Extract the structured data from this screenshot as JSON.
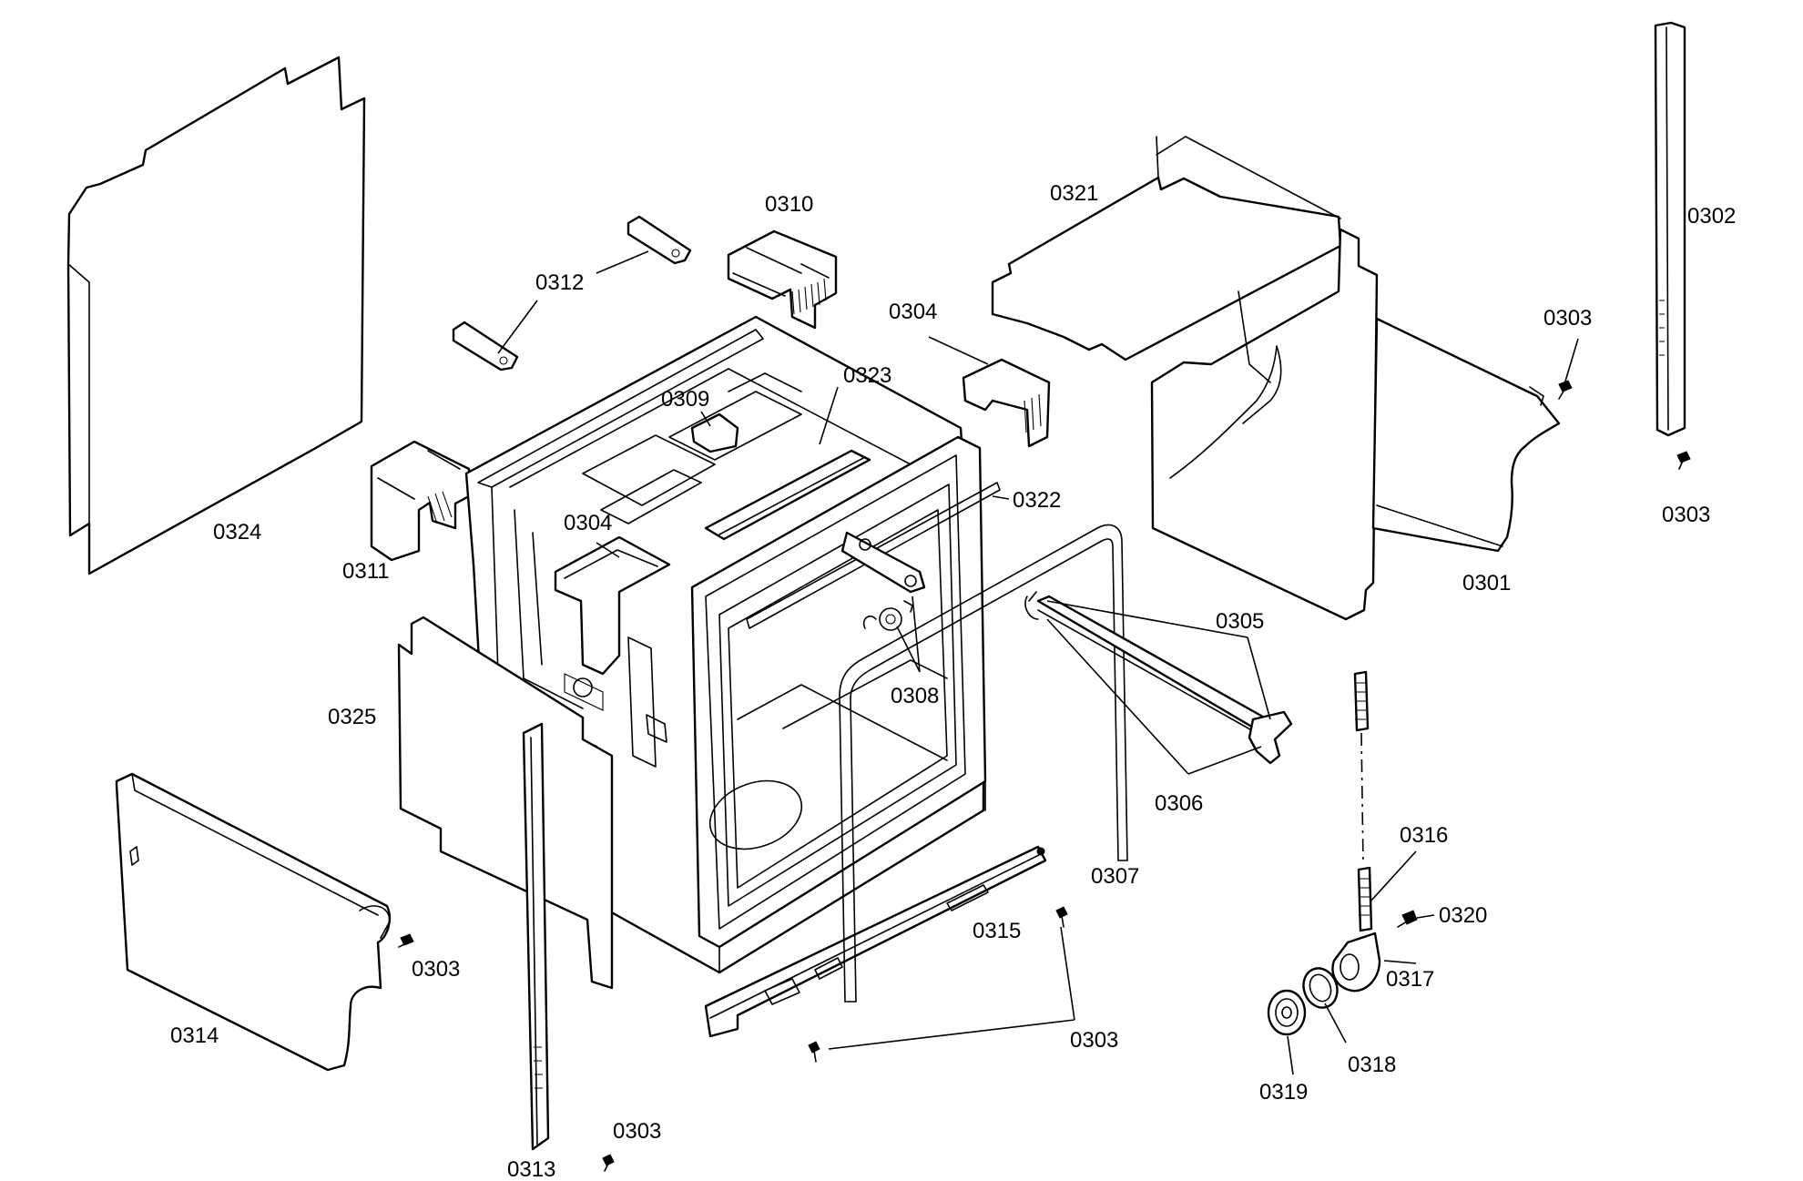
{
  "labels": {
    "p0301": "0301",
    "p0302": "0302",
    "p0303_a": "0303",
    "p0303_b": "0303",
    "p0303_c": "0303",
    "p0303_d": "0303",
    "p0303_e": "0303",
    "p0304_a": "0304",
    "p0304_b": "0304",
    "p0305": "0305",
    "p0306": "0306",
    "p0307": "0307",
    "p0308": "0308",
    "p0309": "0309",
    "p0310": "0310",
    "p0311": "0311",
    "p0312": "0312",
    "p0313": "0313",
    "p0314": "0314",
    "p0315": "0315",
    "p0316": "0316",
    "p0317": "0317",
    "p0318": "0318",
    "p0319": "0319",
    "p0320": "0320",
    "p0321": "0321",
    "p0322": "0322",
    "p0323": "0323",
    "p0324": "0324",
    "p0325": "0325"
  }
}
